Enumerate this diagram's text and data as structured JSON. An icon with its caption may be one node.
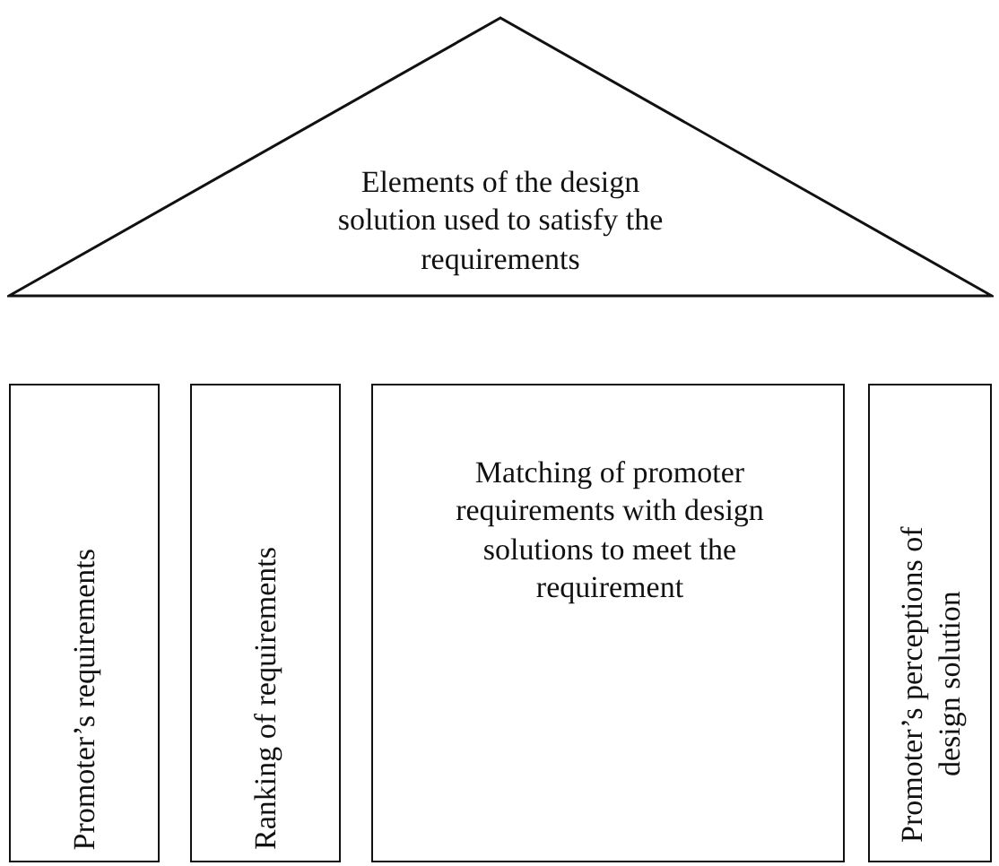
{
  "diagram": {
    "nodes": [
      {
        "text": [
          "Elements of the design solution used to satisfy the requirements"
        ]
      },
      {
        "text": [
          "Promoter’s requirements"
        ]
      },
      {
        "text": [
          "Ranking of requirements"
        ]
      },
      {
        "text": [
          "Matching of promoter requirements with design solutions to meet the requirement"
        ]
      },
      {
        "text": [
          "Promoter’s perceptions of design solution"
        ]
      }
    ]
  }
}
